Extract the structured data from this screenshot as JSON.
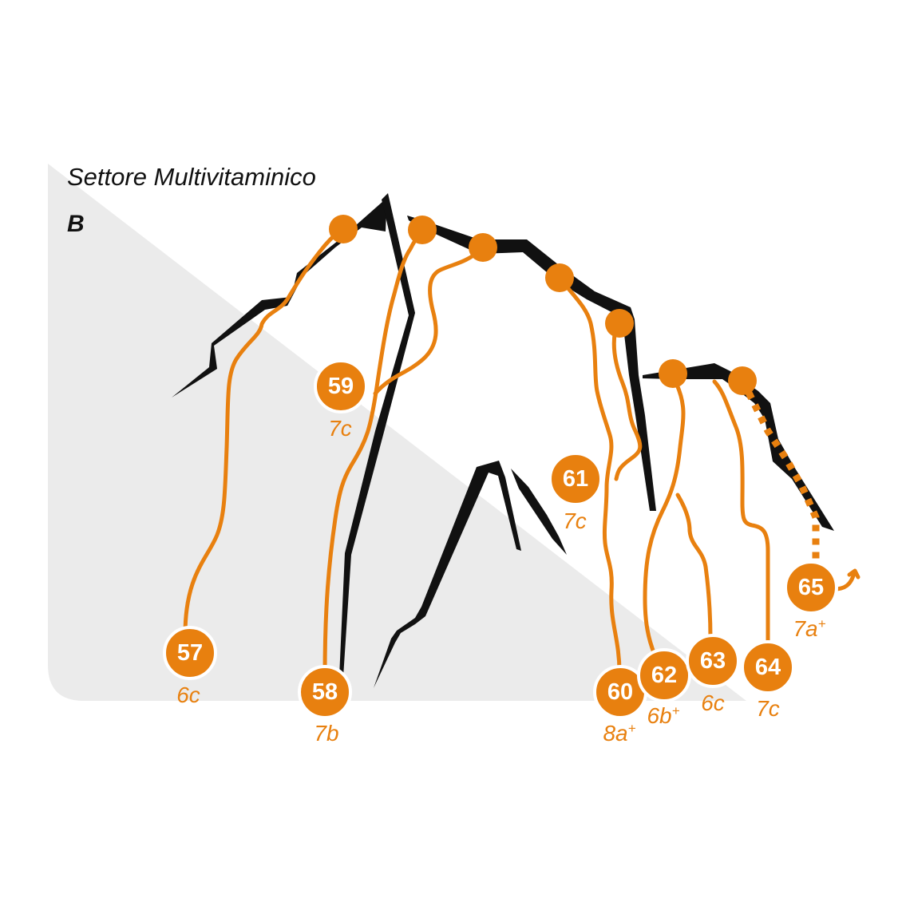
{
  "sector": {
    "title": "Settore Multivitaminico",
    "letter": "B"
  },
  "colors": {
    "route": "#E8800F",
    "rock": "#111111",
    "background_shape": "#EBEBEB"
  },
  "routes": [
    {
      "number": "57",
      "grade": "6c",
      "sup": ""
    },
    {
      "number": "58",
      "grade": "7b",
      "sup": ""
    },
    {
      "number": "59",
      "grade": "7c",
      "sup": ""
    },
    {
      "number": "60",
      "grade": "8a",
      "sup": "+"
    },
    {
      "number": "61",
      "grade": "7c",
      "sup": ""
    },
    {
      "number": "62",
      "grade": "6b",
      "sup": "+"
    },
    {
      "number": "63",
      "grade": "6c",
      "sup": ""
    },
    {
      "number": "64",
      "grade": "7c",
      "sup": ""
    },
    {
      "number": "65",
      "grade": "7a",
      "sup": "+"
    }
  ]
}
